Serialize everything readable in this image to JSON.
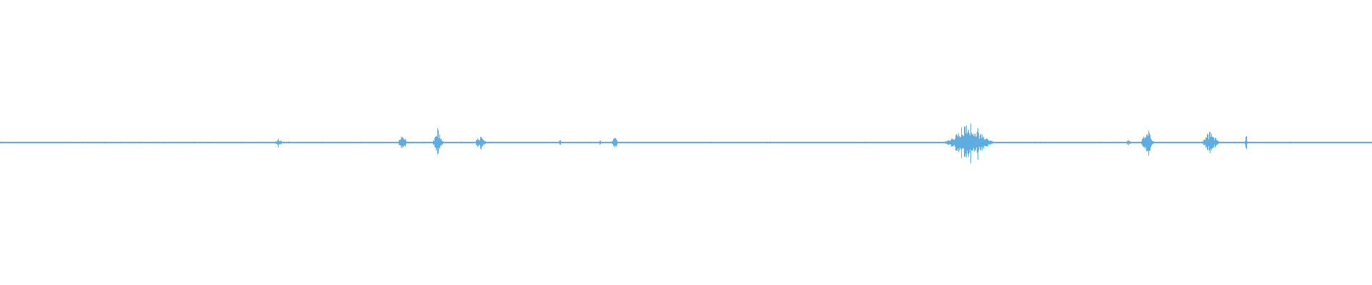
{
  "waveform": {
    "color": "#5dade2",
    "background": "#ffffff",
    "baseline_amplitude": 0.004,
    "bursts": [
      {
        "t": 0.14,
        "dur": 0.01,
        "amp": 0.008
      },
      {
        "t": 0.203,
        "dur": 0.006,
        "amp": 0.035
      },
      {
        "t": 0.293,
        "dur": 0.006,
        "amp": 0.055
      },
      {
        "t": 0.319,
        "dur": 0.006,
        "amp": 0.095
      },
      {
        "t": 0.35,
        "dur": 0.007,
        "amp": 0.045
      },
      {
        "t": 0.408,
        "dur": 0.002,
        "amp": 0.02
      },
      {
        "t": 0.437,
        "dur": 0.002,
        "amp": 0.02
      },
      {
        "t": 0.448,
        "dur": 0.004,
        "amp": 0.055
      },
      {
        "t": 0.706,
        "dur": 0.027,
        "amp": 0.125
      },
      {
        "t": 0.822,
        "dur": 0.007,
        "amp": 0.015
      },
      {
        "t": 0.836,
        "dur": 0.008,
        "amp": 0.095
      },
      {
        "t": 0.857,
        "dur": 0.003,
        "amp": 0.01
      },
      {
        "t": 0.882,
        "dur": 0.01,
        "amp": 0.08
      },
      {
        "t": 0.908,
        "dur": 0.002,
        "amp": 0.05
      }
    ]
  }
}
